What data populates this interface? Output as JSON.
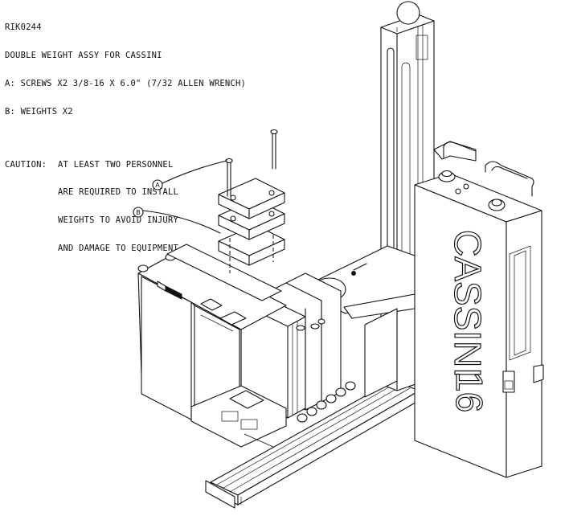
{
  "notes": {
    "part_number": "RIK0244",
    "title": "DOUBLE WEIGHT ASSY FOR CASSINI",
    "item_a": "A: SCREWS X2 3/8-16 X 6.0\" (7/32 ALLEN WRENCH)",
    "item_b": "B: WEIGHTS X2",
    "caution_label": "CAUTION:",
    "caution_lines": [
      "AT LEAST TWO PERSONNEL",
      "ARE REQUIRED TO INSTALL",
      "WEIGHTS TO AVOID INJURY",
      "AND DAMAGE TO EQUIPMENT"
    ]
  },
  "callouts": {
    "a": "A",
    "b": "B"
  },
  "machine": {
    "brand": "CASSINI",
    "model": "16"
  }
}
